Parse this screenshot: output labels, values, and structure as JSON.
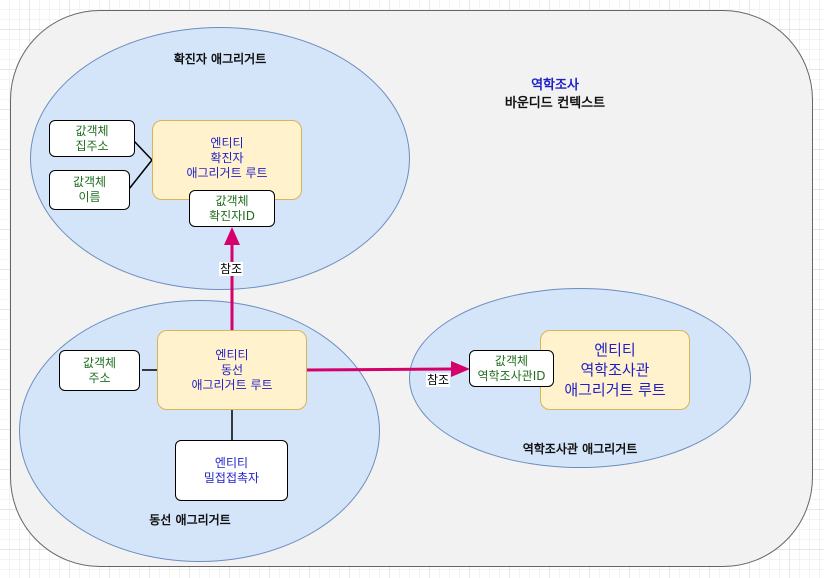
{
  "bounded_context": {
    "title_line1": "역학조사",
    "title_line2": "바운디드 컨텍스트"
  },
  "aggregates": {
    "confirmed": {
      "title": "확진자 애그리거트",
      "root_entity": "엔티티\n확진자\n애그리거트 루트",
      "value_objects": [
        "값객체\n집주소",
        "값객체\n이름"
      ],
      "id_value_object": "값객체\n확진자ID"
    },
    "movement": {
      "title": "동선 애그리거트",
      "root_entity": "엔티티\n동선\n애그리거트 루트",
      "value_object": "값객체\n주소",
      "child_entity": "엔티티\n밀접접촉자"
    },
    "investigator": {
      "title": "역학조사관 애그리거트",
      "root_entity": "엔티티\n역학조사관\n애그리거트 루트",
      "id_value_object": "값객체\n역학조사관ID"
    }
  },
  "references": [
    {
      "from": "동선",
      "to": "확진자ID",
      "label": "참조"
    },
    {
      "from": "동선",
      "to": "역학조사관ID",
      "label": "참조"
    }
  ],
  "colors": {
    "arrow": "#d6006b",
    "entity_fill": "#fff2cc",
    "aggregate_fill": "#d4e4f9",
    "context_fill": "#f2f2f2",
    "entity_text": "#1f1fc8",
    "value_object_text": "#1f6e1f"
  }
}
